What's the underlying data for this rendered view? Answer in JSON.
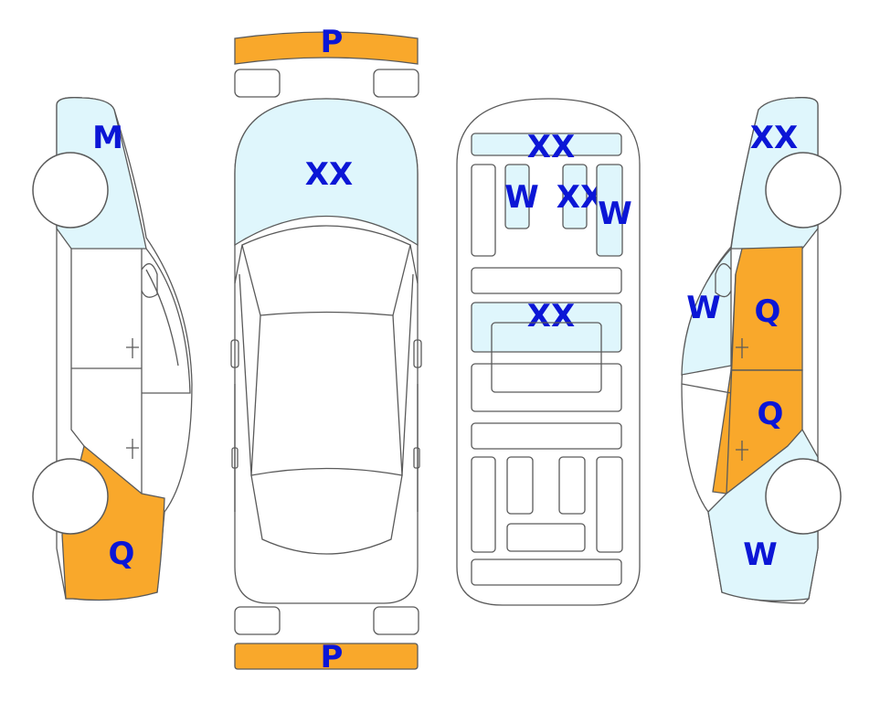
{
  "colors": {
    "light_blue": "#dff6fc",
    "orange": "#f9a82b",
    "label": "#0b16d6",
    "outline": "#5a5a5a",
    "white": "#ffffff"
  },
  "legend_codes": {
    "light_blue": [
      "XX",
      "M",
      "W"
    ],
    "orange": [
      "P",
      "Q"
    ]
  },
  "labels": {
    "front_bumper": "P",
    "rear_bumper": "P",
    "top_hood": "XX",
    "interior_dash": "XX",
    "interior_vent_left": "W",
    "interior_center": "XX",
    "interior_vent_right": "W",
    "interior_floor": "XX",
    "left_front_fender": "M",
    "left_rear_quarter": "Q",
    "right_front_fender": "XX",
    "right_mirror": "W",
    "right_front_door": "Q",
    "right_rear_door": "Q",
    "right_rear_quarter": "W"
  }
}
